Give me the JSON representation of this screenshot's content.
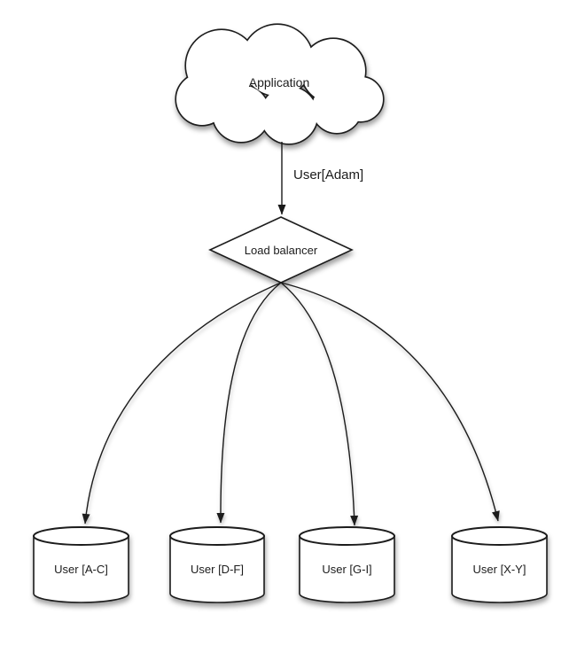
{
  "diagram": {
    "background_color": "#ffffff",
    "stroke_color": "#1a1a1a",
    "node_fill": "#ffffff",
    "text_color": "#1c1c1c",
    "nodes": {
      "application": {
        "label": "Application",
        "shape": "cloud"
      },
      "load_balancer": {
        "label": "Load balancer",
        "shape": "diamond"
      },
      "shards": [
        {
          "label": "User [A-C]",
          "shape": "cylinder"
        },
        {
          "label": "User [D-F]",
          "shape": "cylinder"
        },
        {
          "label": "User [G-I]",
          "shape": "cylinder"
        },
        {
          "label": "User [X-Y]",
          "shape": "cylinder"
        }
      ]
    },
    "edges": {
      "app_to_lb": {
        "label": "User[Adam]",
        "from": "application",
        "to": "load_balancer"
      },
      "lb_to_shards": [
        {
          "from": "load_balancer",
          "to": "User [A-C]"
        },
        {
          "from": "load_balancer",
          "to": "User [D-F]"
        },
        {
          "from": "load_balancer",
          "to": "User [G-I]"
        },
        {
          "from": "load_balancer",
          "to": "User [X-Y]"
        }
      ]
    }
  }
}
